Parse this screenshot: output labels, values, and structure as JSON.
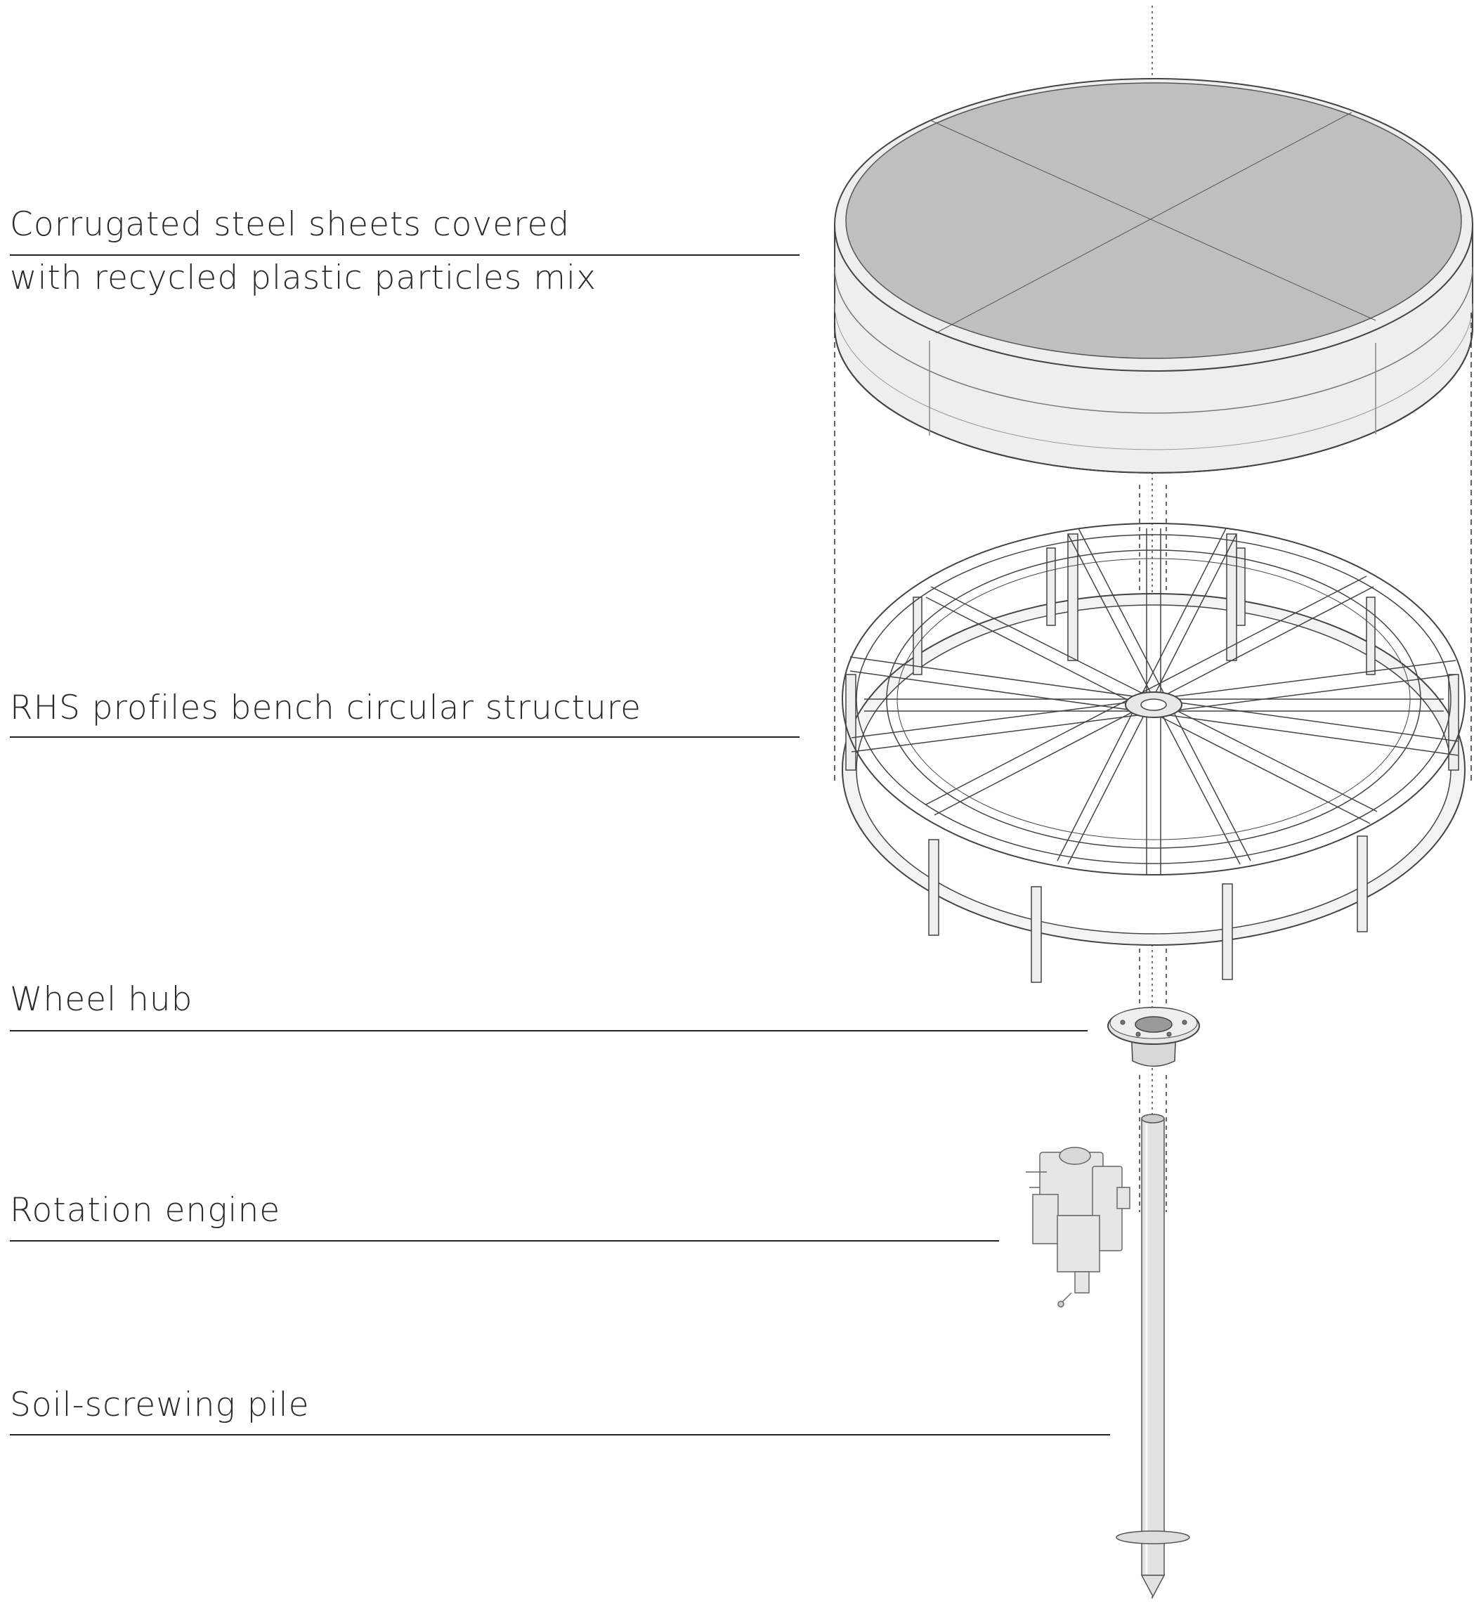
{
  "labels": [
    {
      "id": "top-layer",
      "lines": [
        "Corrugated  steel  sheets  covered",
        "with recycled plastic particles mix"
      ]
    },
    {
      "id": "frame",
      "lines": [
        "RHS profiles bench circular structure"
      ]
    },
    {
      "id": "hub",
      "lines": [
        "Wheel hub"
      ]
    },
    {
      "id": "engine",
      "lines": [
        "Rotation engine"
      ]
    },
    {
      "id": "pile",
      "lines": [
        "Soil-screwing pile"
      ]
    }
  ],
  "colors": {
    "top_face": "#bfbfbf",
    "rim": "#eeeeee",
    "line": "#333333",
    "text": "#2a2a2a"
  }
}
